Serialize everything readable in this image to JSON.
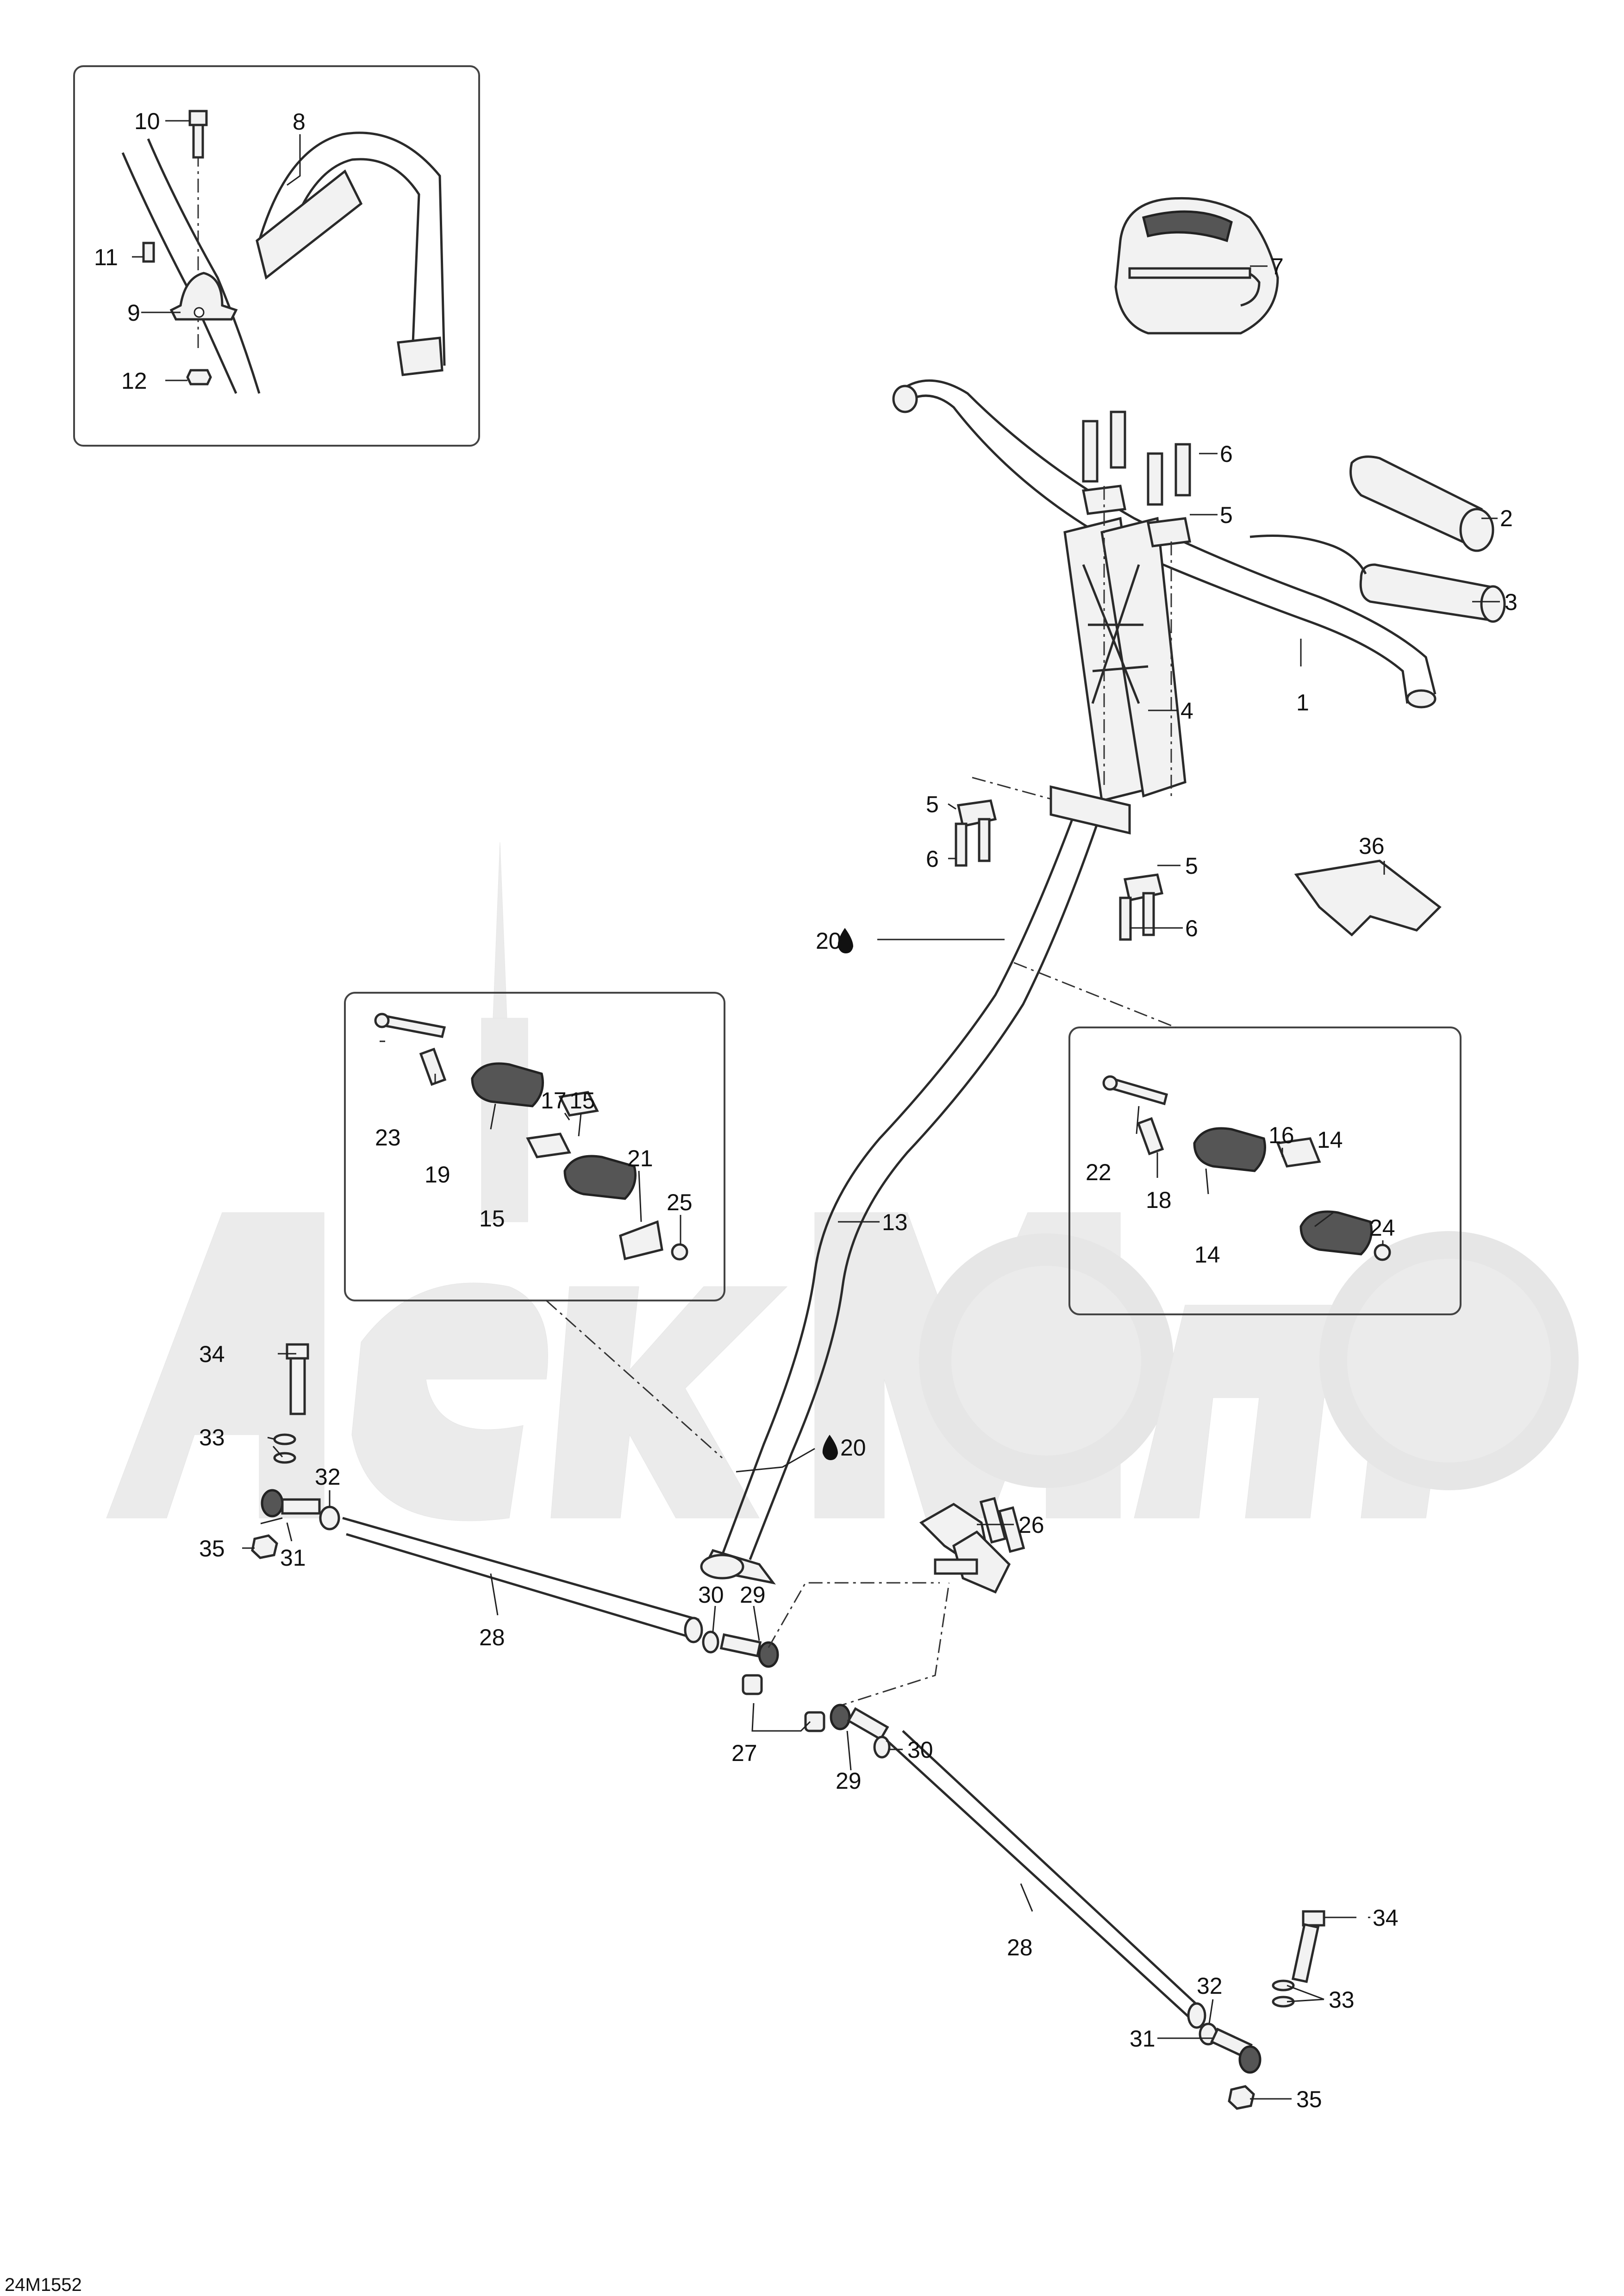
{
  "drawing_code": "24M1552",
  "callouts": {
    "c1": "1",
    "c2": "2",
    "c3": "3",
    "c4": "4",
    "c5": "5",
    "c6": "6",
    "c7": "7",
    "c8": "8",
    "c9": "9",
    "c10": "10",
    "c11": "11",
    "c12": "12",
    "c13": "13",
    "c14": "14",
    "c15": "15",
    "c16": "16",
    "c17": "17",
    "c18": "18",
    "c19": "19",
    "c20": "20",
    "c21": "21",
    "c22": "22",
    "c23": "23",
    "c24": "24",
    "c25": "25",
    "c26": "26",
    "c27": "27",
    "c28": "28",
    "c29": "29",
    "c30": "30",
    "c31": "31",
    "c32": "32",
    "c33": "33",
    "c34": "34",
    "c35": "35",
    "c36": "36"
  },
  "colors": {
    "line": "#2a2a2a",
    "watermark": "#e9e9e9",
    "background": "#ffffff"
  }
}
